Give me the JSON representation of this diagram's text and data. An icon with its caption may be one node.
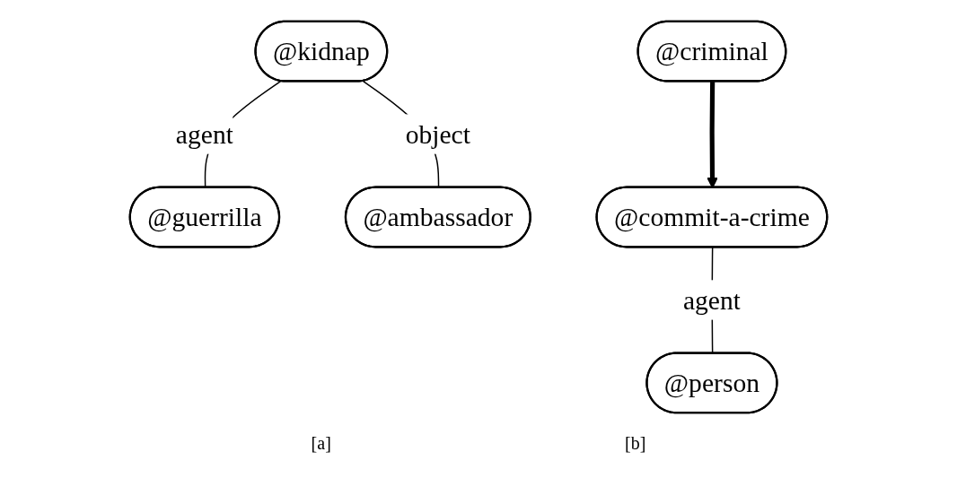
{
  "diagram": {
    "nodes": [
      {
        "text": [
          "@kidnap"
        ]
      },
      {
        "text": [
          "@guerrilla"
        ]
      },
      {
        "text": [
          "@ambassador"
        ]
      },
      {
        "text": [
          "@criminal"
        ]
      },
      {
        "text": [
          "@commit-a-crime"
        ]
      },
      {
        "text": [
          "@person"
        ]
      }
    ],
    "edges": [
      {
        "from": 0,
        "to": 1,
        "arrow": "none",
        "label": "agent"
      },
      {
        "from": 0,
        "to": 2,
        "arrow": "none",
        "label": "object"
      },
      {
        "from": 3,
        "to": 4,
        "arrow": "to",
        "style": "thick"
      },
      {
        "from": 4,
        "to": 5,
        "arrow": "none",
        "label": "agent"
      }
    ],
    "labels": [
      "[a]",
      "[b]"
    ]
  }
}
